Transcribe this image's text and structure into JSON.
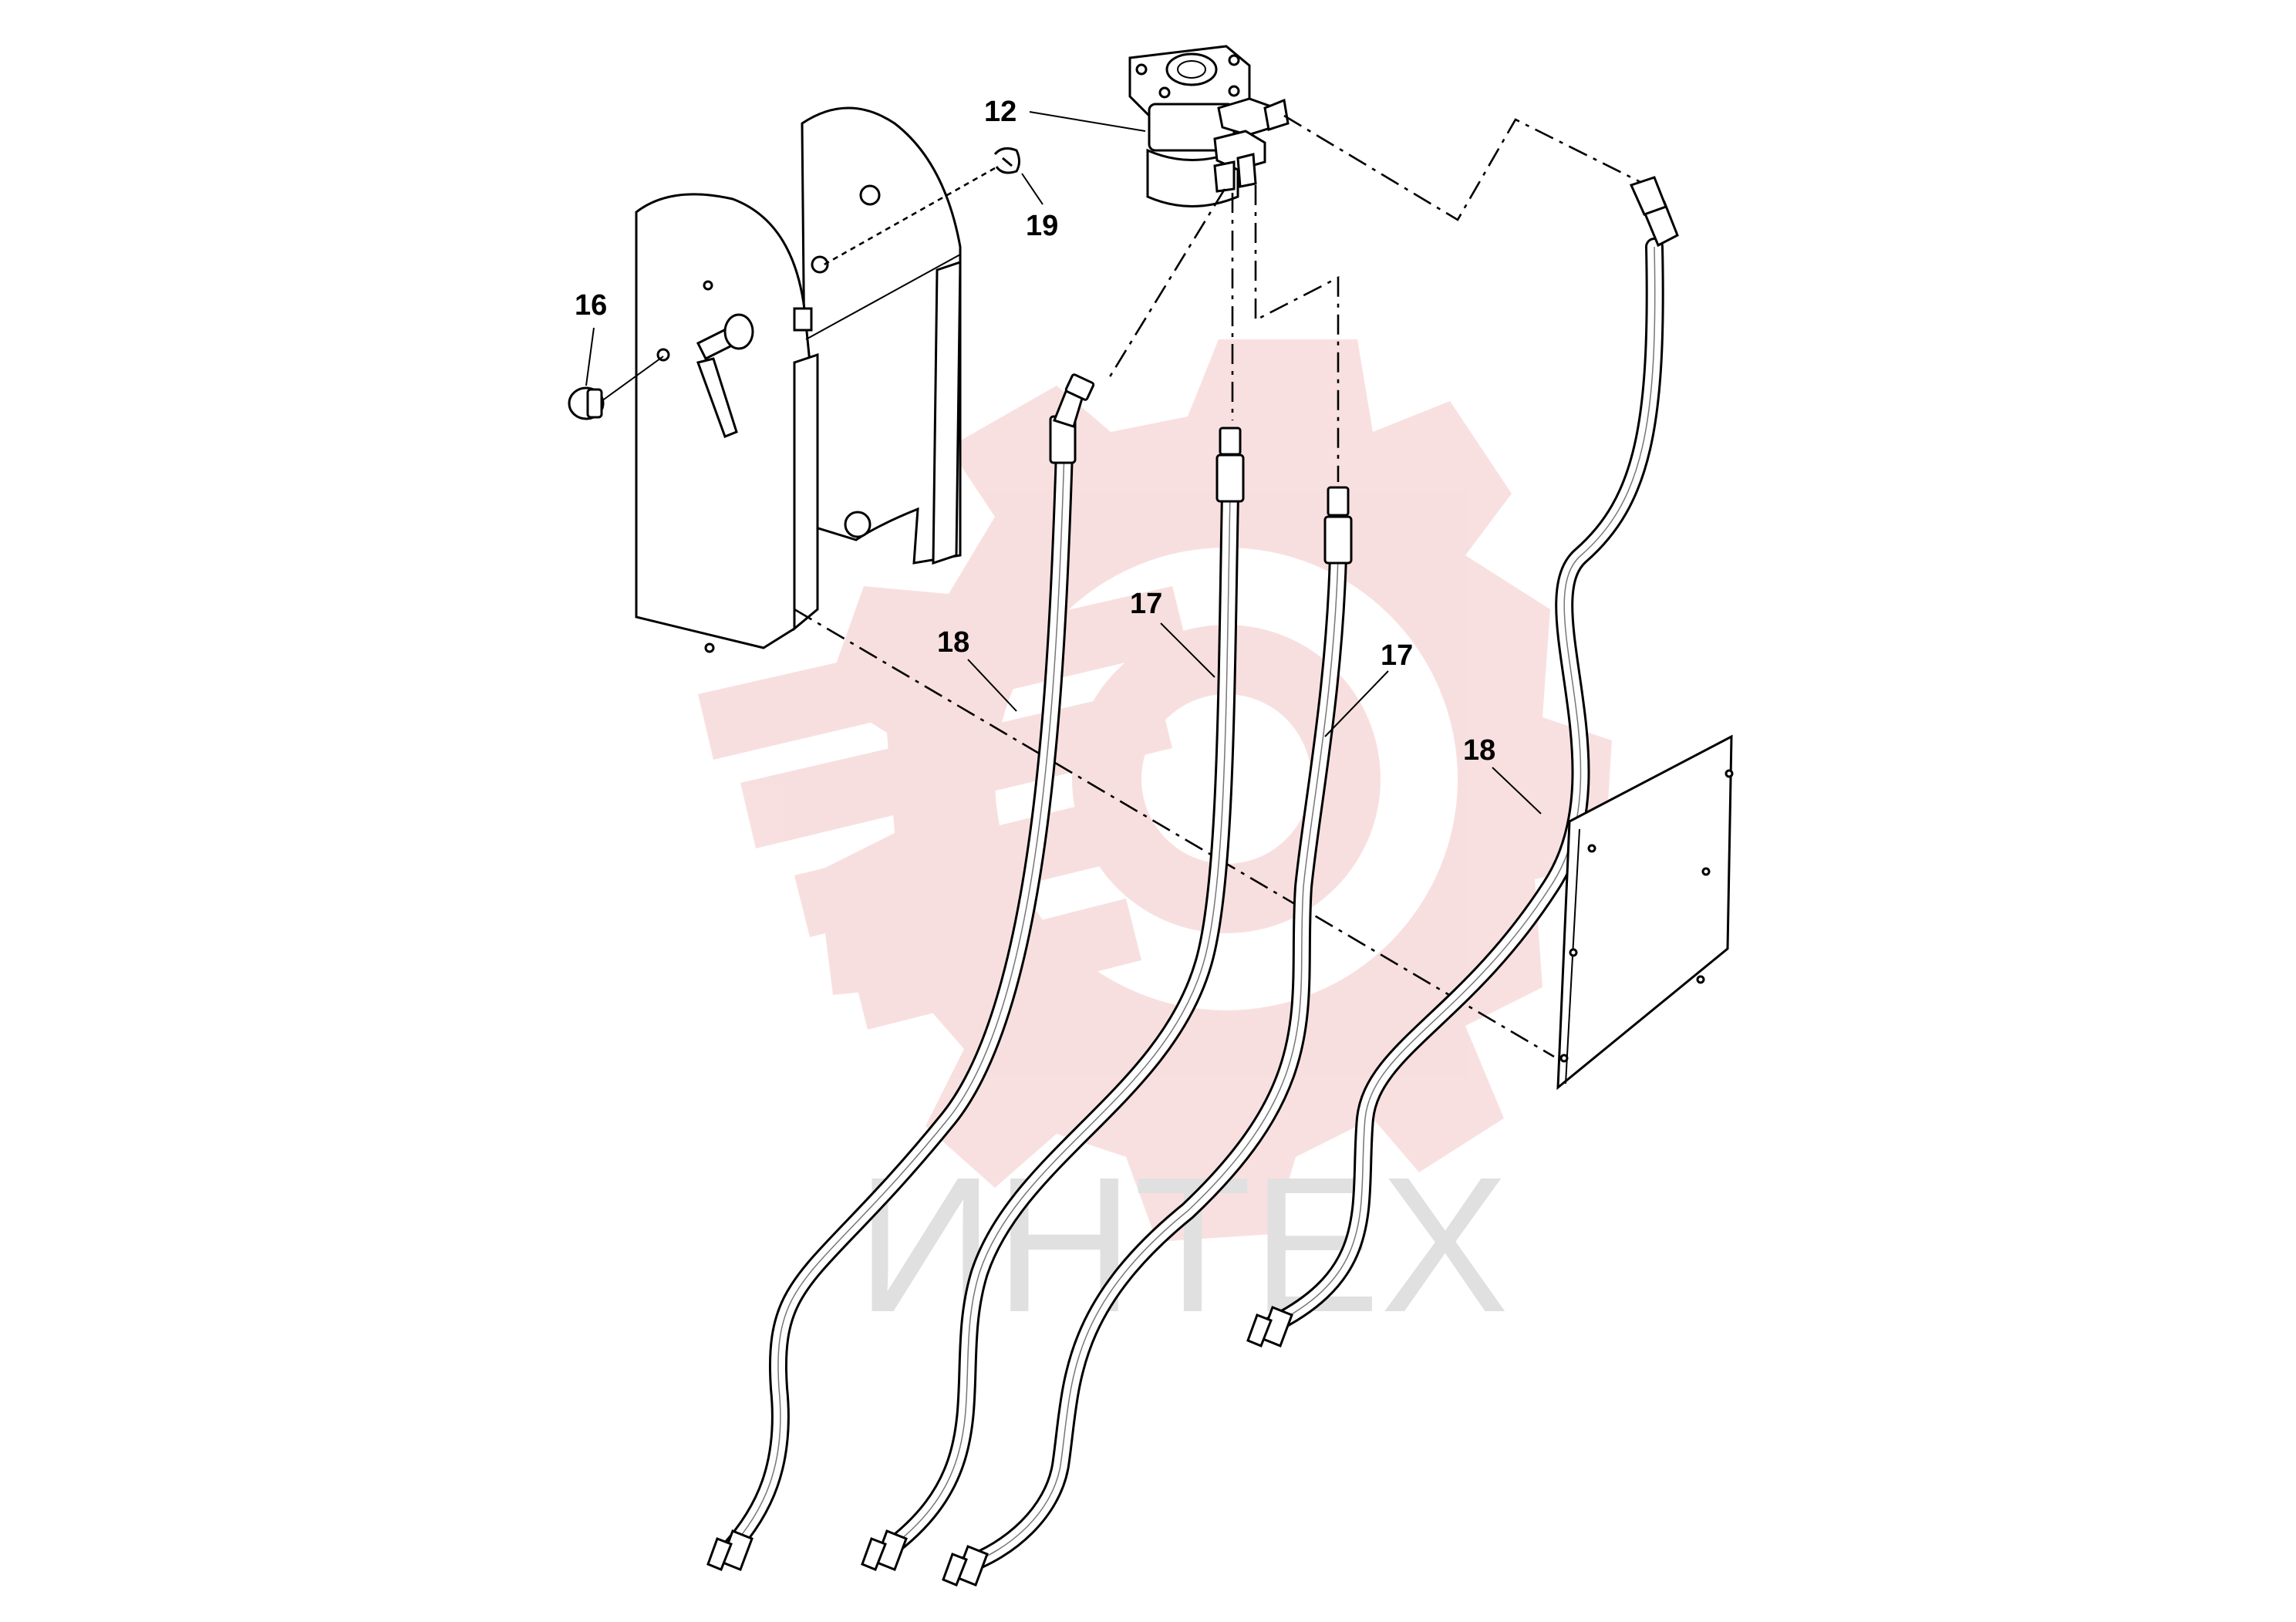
{
  "diagram": {
    "callouts": [
      {
        "id": "c12",
        "text": "12"
      },
      {
        "id": "c19",
        "text": "19"
      },
      {
        "id": "c16",
        "text": "16"
      },
      {
        "id": "c18a",
        "text": "18"
      },
      {
        "id": "c17a",
        "text": "17"
      },
      {
        "id": "c17b",
        "text": "17"
      },
      {
        "id": "c18b",
        "text": "18"
      }
    ],
    "watermark": {
      "text": "ИНТЕХ",
      "color": "#f3c1c1",
      "text_color": "#e0e0e0"
    }
  }
}
